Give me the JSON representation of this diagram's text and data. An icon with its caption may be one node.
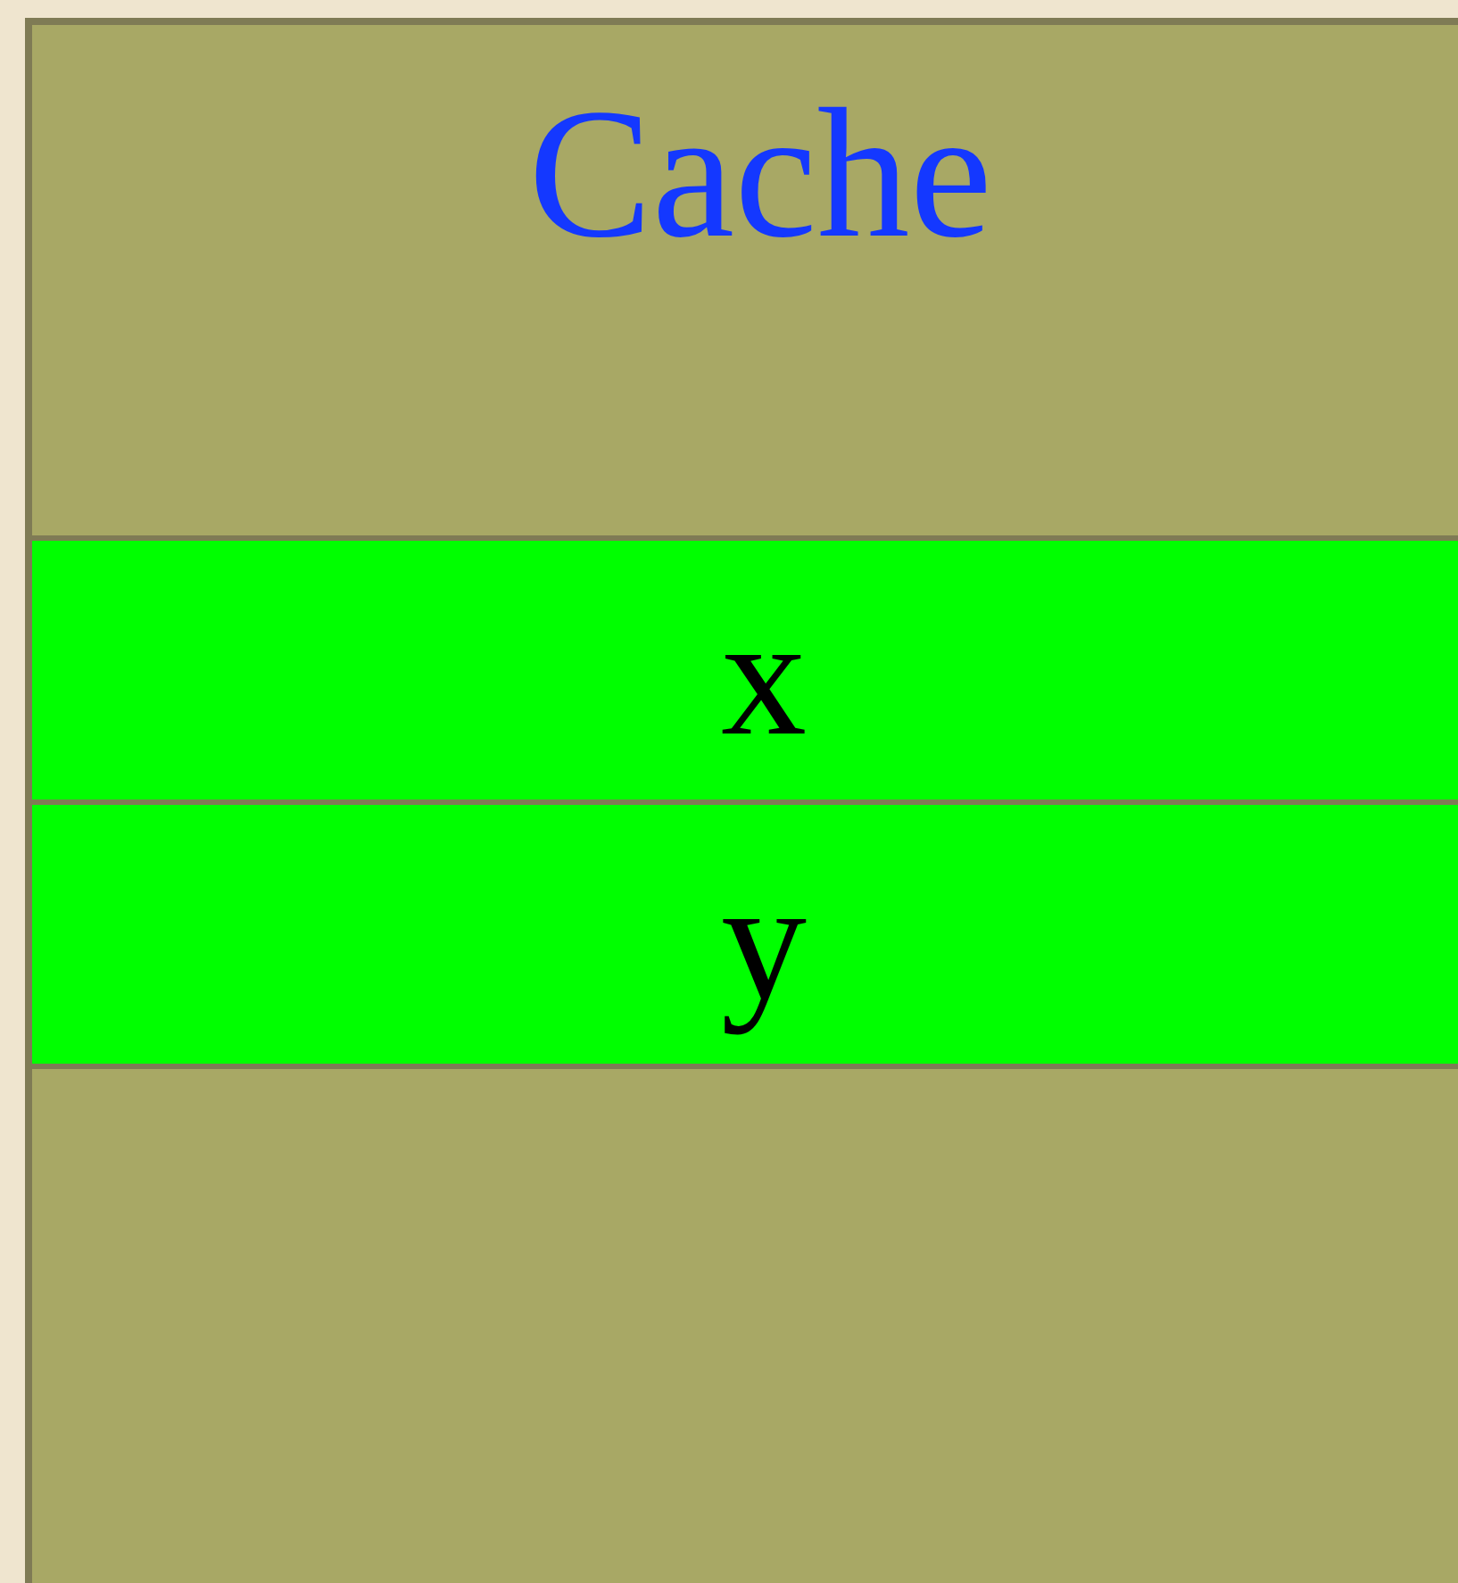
{
  "diagram": {
    "nodes": [
      {
        "text": [
          "Cache"
        ]
      },
      {
        "text": [
          "x"
        ],
        "in": 0
      },
      {
        "text": [
          "y"
        ],
        "in": 0
      }
    ]
  }
}
